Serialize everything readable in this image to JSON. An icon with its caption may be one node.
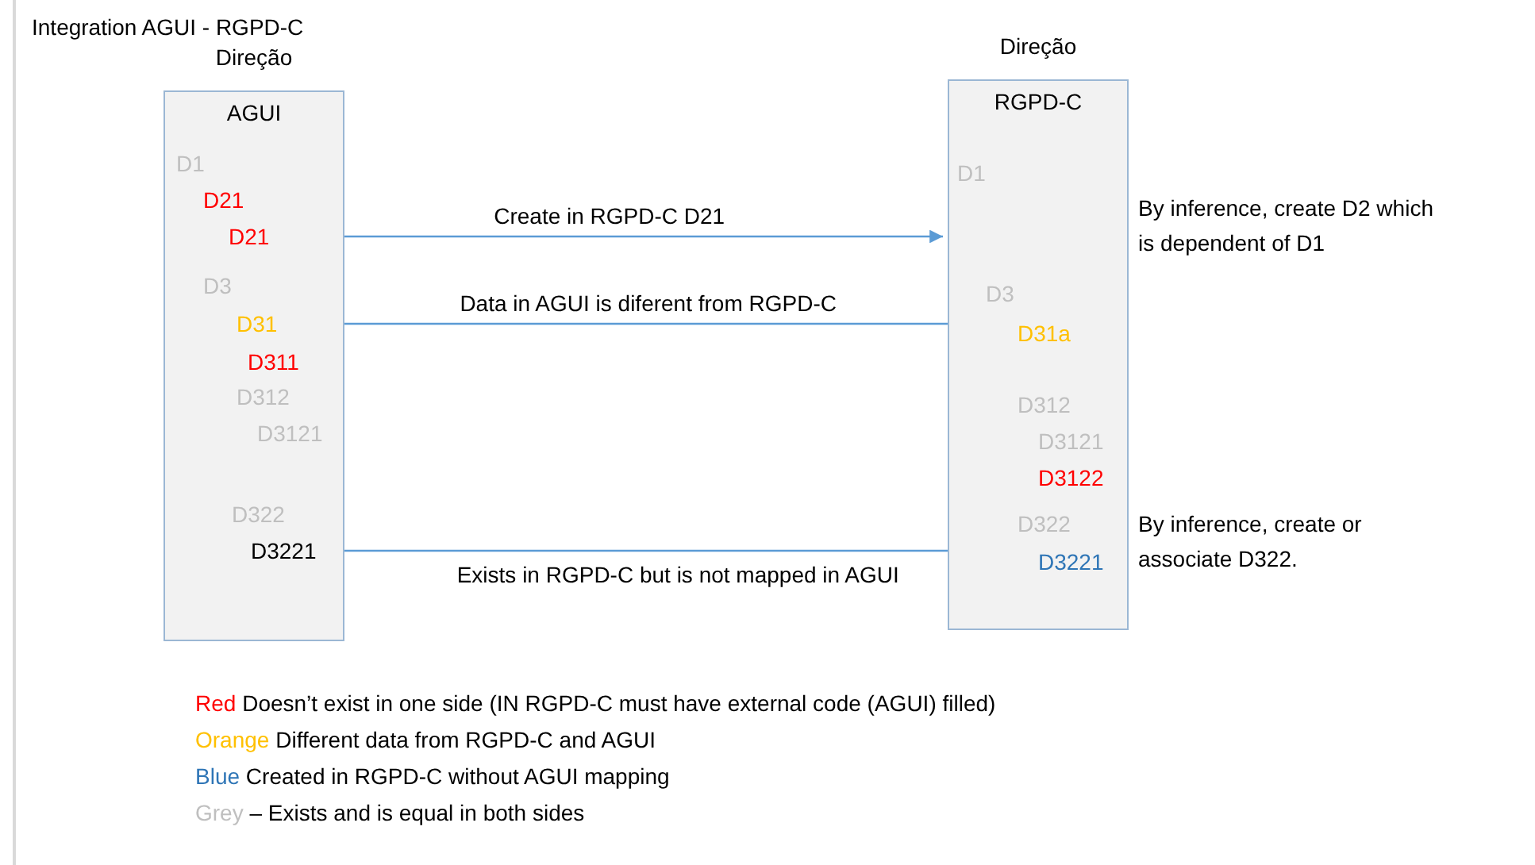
{
  "diagram": {
    "title": "Integration AGUI - RGPD-C",
    "nodes": [
      {
        "text": [
          "Direção",
          "AGUI"
        ]
      },
      {
        "text": [
          "D1"
        ],
        "in": 0
      },
      {
        "text": [
          "D21"
        ],
        "in": 0
      },
      {
        "text": [
          "D21"
        ],
        "in": 0
      },
      {
        "text": [
          "D3"
        ],
        "in": 0
      },
      {
        "text": [
          "D31"
        ],
        "in": 0
      },
      {
        "text": [
          "D311"
        ],
        "in": 0
      },
      {
        "text": [
          "D312"
        ],
        "in": 0
      },
      {
        "text": [
          "D3121"
        ],
        "in": 0
      },
      {
        "text": [
          "D322"
        ],
        "in": 0
      },
      {
        "text": [
          "D3221"
        ],
        "in": 0
      },
      {
        "text": [
          "Direção",
          "RGPD-C"
        ]
      },
      {
        "text": [
          "D1"
        ],
        "in": 11
      },
      {
        "text": [
          "D3"
        ],
        "in": 11
      },
      {
        "text": [
          "D31a"
        ],
        "in": 11
      },
      {
        "text": [
          "D312"
        ],
        "in": 11
      },
      {
        "text": [
          "D3121"
        ],
        "in": 11
      },
      {
        "text": [
          "D3122"
        ],
        "in": 11
      },
      {
        "text": [
          "D322"
        ],
        "in": 11
      },
      {
        "text": [
          "D3221"
        ],
        "in": 11
      }
    ],
    "edges": [
      {
        "from": 3,
        "to": 11,
        "arrow": "to",
        "label": "Create in RGPD-C D21"
      },
      {
        "from": 5,
        "to": 14,
        "arrow": "to",
        "label": "Data in AGUI is diferent from RGPD-C"
      },
      {
        "from": 10,
        "to": 19,
        "arrow": "to",
        "label": "Exists in RGPD-C but is not mapped in AGUI"
      }
    ],
    "labels": [
      "By inference, create D2 which is dependent of D1",
      "By inference, create or associate D322."
    ],
    "legend": [
      {
        "text": "Red Doesn’t exist in one side (IN RGPD-C must have external code (AGUI) filled)",
        "color": "#ff0000"
      },
      {
        "text": "Orange Different data from RGPD-C and AGUI",
        "color": "#ffc000"
      },
      {
        "text": "Blue Created in RGPD-C without AGUI mapping",
        "color": "#2e75b6"
      },
      {
        "text": "Grey – Exists and is equal in both sides",
        "color": "#bfbfbf"
      }
    ]
  }
}
